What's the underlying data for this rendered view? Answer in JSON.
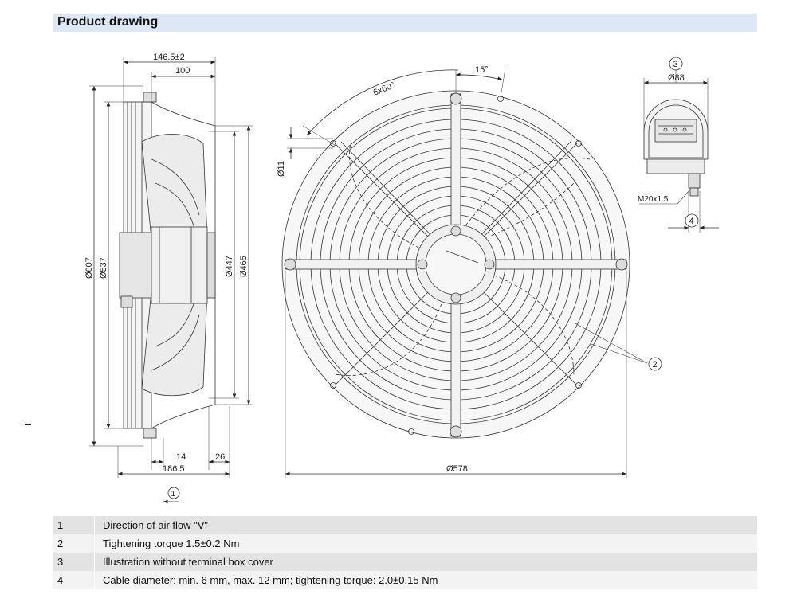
{
  "header": {
    "title": "Product drawing"
  },
  "side_view": {
    "dim_total_depth": "146.5±2",
    "dim_inner_depth": "100",
    "dim_outer_diameter": "Ø607",
    "dim_ring_diameter": "Ø537",
    "dim_hub_diameter": "Ø447",
    "dim_inlet_diameter": "Ø465",
    "dim_flange": "14",
    "dim_overhang": "26",
    "dim_bottom_depth": "186.5",
    "callout_airflow": "1"
  },
  "front_view": {
    "dim_hole_pattern": "6x60°",
    "dim_angle": "15°",
    "dim_hole": "Ø11",
    "dim_mount_diameter": "Ø578",
    "callout_torque": "2"
  },
  "terminal_box": {
    "callout_box": "3",
    "dim_box_diameter": "Ø88",
    "dim_gland_thread": "M20x1.5",
    "callout_cable": "4"
  },
  "legend": [
    {
      "num": "1",
      "text": "Direction of air flow \"V\""
    },
    {
      "num": "2",
      "text": "Tightening torque 1.5±0.2 Nm"
    },
    {
      "num": "3",
      "text": "Illustration without terminal box cover"
    },
    {
      "num": "4",
      "text": "Cable diameter: min. 6 mm, max. 12 mm; tightening torque: 2.0±0.15 Nm"
    }
  ],
  "colors": {
    "header_bg": "#dde7f6",
    "row_shaded": "#e3e3e3",
    "row_plain": "#f3f3f3",
    "line": "#333333"
  }
}
